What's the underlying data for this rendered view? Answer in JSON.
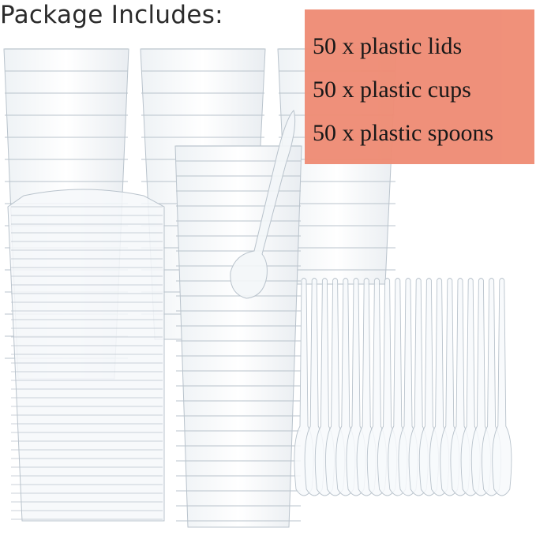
{
  "header": {
    "title": "Package Includes:"
  },
  "contents": {
    "items": [
      "50 x plastic lids",
      "50 x plastic cups",
      "50 x plastic spoons"
    ]
  },
  "colors": {
    "panel": "#ef8d76",
    "title_text": "#2b2b2b",
    "panel_text": "#111111",
    "plastic_edge": "#b9c3cc",
    "background": "#ffffff"
  }
}
